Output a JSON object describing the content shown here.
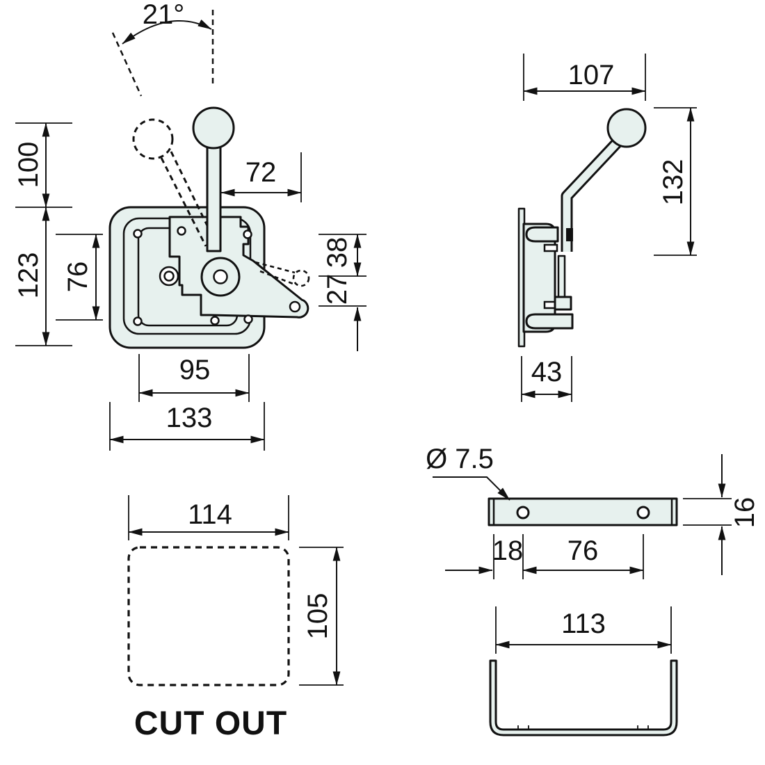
{
  "title": "Latch lever technical drawing",
  "colors": {
    "background": "#ffffff",
    "line": "#111111",
    "part_fill": "#e7f1ee"
  },
  "dims": {
    "front_angle": "21°",
    "front_100": "100",
    "front_123": "123",
    "front_76": "76",
    "front_72": "72",
    "front_38": "38",
    "front_27": "27",
    "front_95": "95",
    "front_133": "133",
    "side_107": "107",
    "side_132": "132",
    "side_43": "43",
    "cutout_114": "114",
    "cutout_105": "105",
    "cutout_label": "CUT OUT",
    "strike_dia": "Ø 7.5",
    "strike_16": "16",
    "strike_18": "18",
    "strike_76": "76",
    "channel_113": "113"
  }
}
